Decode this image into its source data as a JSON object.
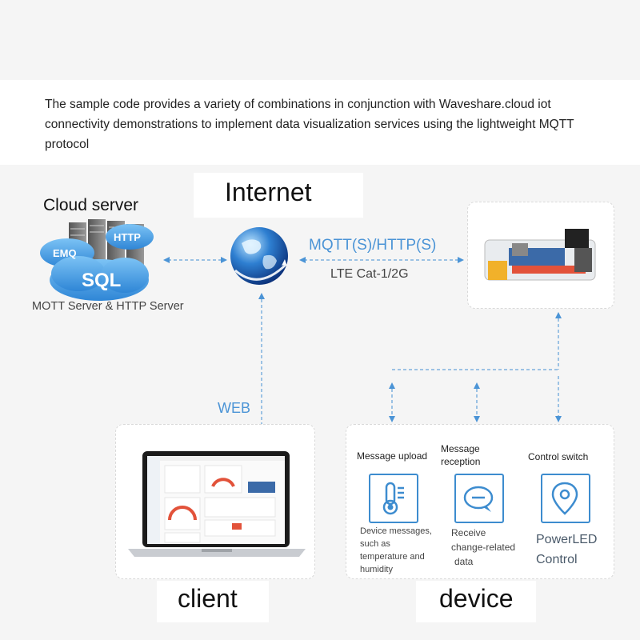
{
  "intro": "The sample code provides a variety of combinations in conjunction with Waveshare.cloud iot connectivity demonstrations to implement data visualization services using the lightweight MQTT protocol",
  "internet_label": "Internet",
  "cloud": {
    "title": "Cloud server",
    "caption": "MOTT Server & HTTP Server",
    "tags": [
      "EMQ",
      "HTTP",
      "SQL"
    ]
  },
  "link": {
    "protocol": "MQTT(S)/HTTP(S)",
    "network": "LTE Cat-1/2G",
    "web": "WEB"
  },
  "client_label": "client",
  "device_label": "device",
  "device_features": [
    {
      "title": "Message upload",
      "desc": [
        "Device messages,",
        "such as",
        "temperature and",
        "humidity"
      ],
      "icon": "thermometer-icon"
    },
    {
      "title": "Message reception",
      "desc": [
        "Receive",
        "change-related",
        "data"
      ],
      "icon": "chat-bubble-icon"
    },
    {
      "title": "Control switch",
      "desc": [
        "PowerLED",
        "Control"
      ],
      "icon": "location-pin-icon"
    }
  ],
  "colors": {
    "accent": "#4b94d6",
    "cloud": "#4a9be0",
    "dashed": "#7fb2de"
  }
}
